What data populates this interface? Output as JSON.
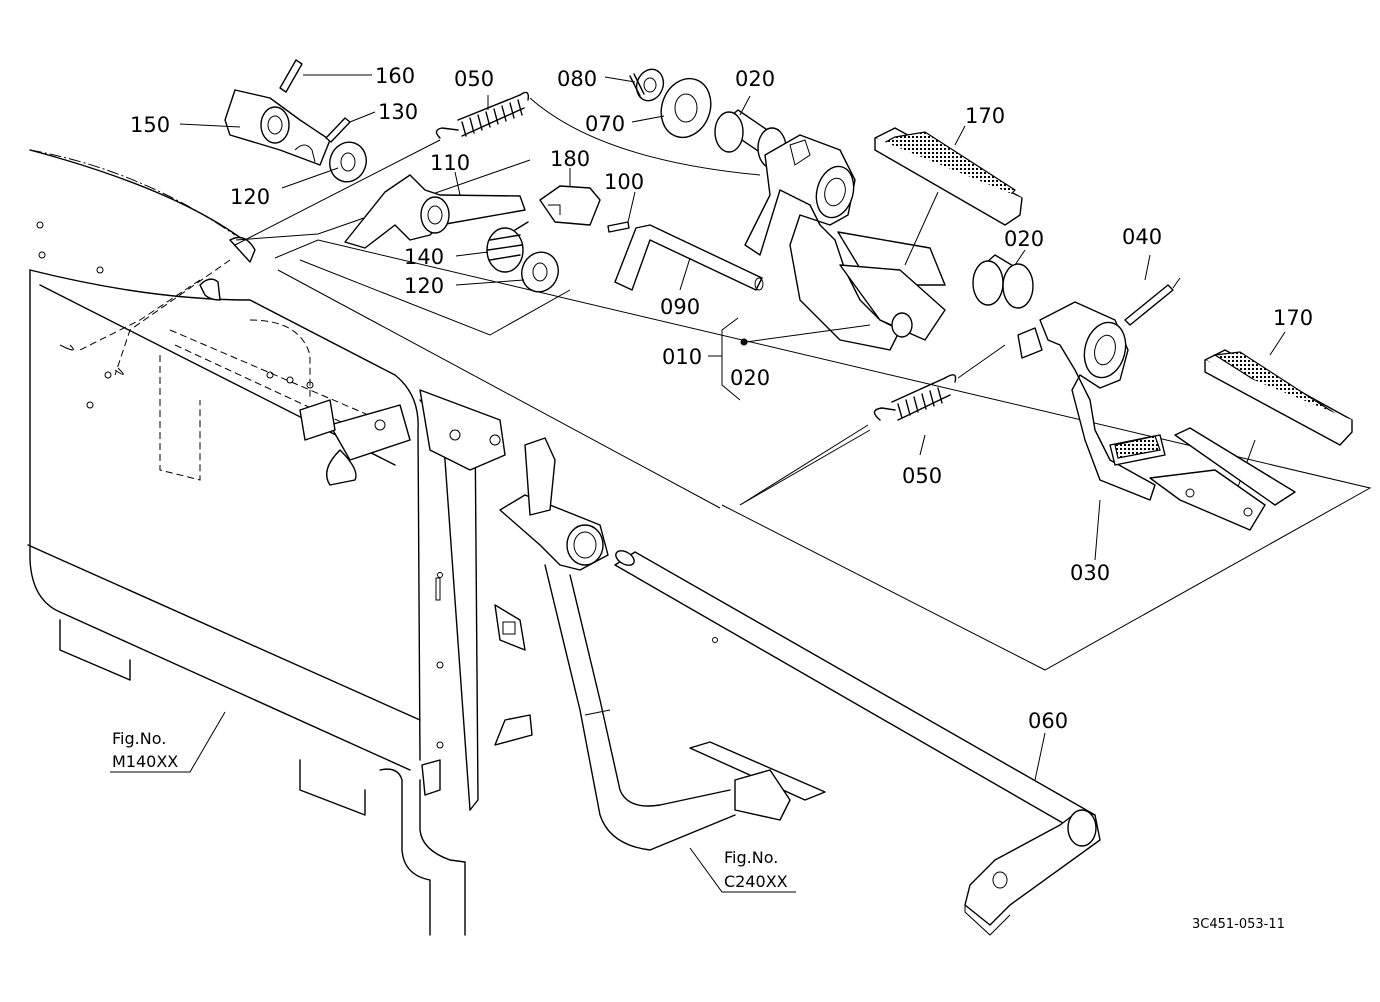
{
  "callouts": {
    "p160": "160",
    "p050a": "050",
    "p080": "080",
    "p020a": "020",
    "p170a": "170",
    "p150": "150",
    "p130": "130",
    "p070": "070",
    "p110": "110",
    "p180": "180",
    "p100": "100",
    "p120a": "120",
    "p140": "140",
    "p120b": "120",
    "p020b": "020",
    "p040": "040",
    "p090": "090",
    "p010": "010",
    "p020c": "020",
    "p170b": "170",
    "p050b": "050",
    "p030": "030",
    "p060": "060"
  },
  "references": {
    "m140_line1": "Fig.No.",
    "m140_line2": "M140XX",
    "c240_line1": "Fig.No.",
    "c240_line2": "C240XX"
  },
  "drawing_code": "3C451-053-11"
}
